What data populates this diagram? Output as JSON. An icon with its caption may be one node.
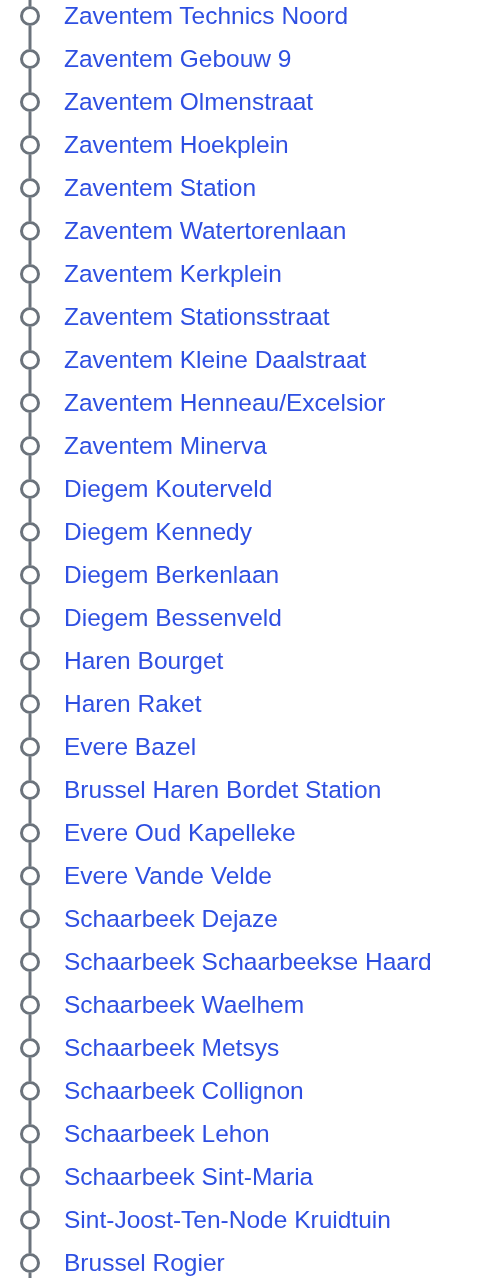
{
  "diagram": {
    "nodes": [
      {
        "text": [],
        "shape": "circle",
        "beside": [
          "Zaventem Technics Noord"
        ]
      },
      {
        "text": [],
        "shape": "circle",
        "beside": [
          "Zaventem Gebouw 9"
        ]
      },
      {
        "text": [],
        "shape": "circle",
        "beside": [
          "Zaventem Olmenstraat"
        ]
      },
      {
        "text": [],
        "shape": "circle",
        "beside": [
          "Zaventem Hoekplein"
        ]
      },
      {
        "text": [],
        "shape": "circle",
        "beside": [
          "Zaventem Station"
        ]
      },
      {
        "text": [],
        "shape": "circle",
        "beside": [
          "Zaventem Watertorenlaan"
        ]
      },
      {
        "text": [],
        "shape": "circle",
        "beside": [
          "Zaventem Kerkplein"
        ]
      },
      {
        "text": [],
        "shape": "circle",
        "beside": [
          "Zaventem Stationsstraat"
        ]
      },
      {
        "text": [],
        "shape": "circle",
        "beside": [
          "Zaventem Kleine Daalstraat"
        ]
      },
      {
        "text": [],
        "shape": "circle",
        "beside": [
          "Zaventem Henneau/Excelsior"
        ]
      },
      {
        "text": [],
        "shape": "circle",
        "beside": [
          "Zaventem Minerva"
        ]
      },
      {
        "text": [],
        "shape": "circle",
        "beside": [
          "Diegem Kouterveld"
        ]
      },
      {
        "text": [],
        "shape": "circle",
        "beside": [
          "Diegem Kennedy"
        ]
      },
      {
        "text": [],
        "shape": "circle",
        "beside": [
          "Diegem Berkenlaan"
        ]
      },
      {
        "text": [],
        "shape": "circle",
        "beside": [
          "Diegem Bessenveld"
        ]
      },
      {
        "text": [],
        "shape": "circle",
        "beside": [
          "Haren Bourget"
        ]
      },
      {
        "text": [],
        "shape": "circle",
        "beside": [
          "Haren Raket"
        ]
      },
      {
        "text": [],
        "shape": "circle",
        "beside": [
          "Evere Bazel"
        ]
      },
      {
        "text": [],
        "shape": "circle",
        "beside": [
          "Brussel Haren Bordet Station"
        ]
      },
      {
        "text": [],
        "shape": "circle",
        "beside": [
          "Evere Oud Kapelleke"
        ]
      },
      {
        "text": [],
        "shape": "circle",
        "beside": [
          "Evere Vande Velde"
        ]
      },
      {
        "text": [],
        "shape": "circle",
        "beside": [
          "Schaarbeek Dejaze"
        ]
      },
      {
        "text": [],
        "shape": "circle",
        "beside": [
          "Schaarbeek Schaarbeekse Haard"
        ]
      },
      {
        "text": [],
        "shape": "circle",
        "beside": [
          "Schaarbeek Waelhem"
        ]
      },
      {
        "text": [],
        "shape": "circle",
        "beside": [
          "Schaarbeek Metsys"
        ]
      },
      {
        "text": [],
        "shape": "circle",
        "beside": [
          "Schaarbeek Collignon"
        ]
      },
      {
        "text": [],
        "shape": "circle",
        "beside": [
          "Schaarbeek Lehon"
        ]
      },
      {
        "text": [],
        "shape": "circle",
        "beside": [
          "Schaarbeek Sint-Maria"
        ]
      },
      {
        "text": [],
        "shape": "circle",
        "beside": [
          "Sint-Joost-Ten-Node Kruidtuin"
        ]
      },
      {
        "text": [],
        "shape": "circle",
        "beside": [
          "Brussel Rogier"
        ]
      }
    ],
    "edges": [
      {
        "from": null,
        "to": 0,
        "arrow": "none"
      },
      {
        "from": 0,
        "to": 1,
        "arrow": "none"
      },
      {
        "from": 1,
        "to": 2,
        "arrow": "none"
      },
      {
        "from": 2,
        "to": 3,
        "arrow": "none"
      },
      {
        "from": 3,
        "to": 4,
        "arrow": "none"
      },
      {
        "from": 4,
        "to": 5,
        "arrow": "none"
      },
      {
        "from": 5,
        "to": 6,
        "arrow": "none"
      },
      {
        "from": 6,
        "to": 7,
        "arrow": "none"
      },
      {
        "from": 7,
        "to": 8,
        "arrow": "none"
      },
      {
        "from": 8,
        "to": 9,
        "arrow": "none"
      },
      {
        "from": 9,
        "to": 10,
        "arrow": "none"
      },
      {
        "from": 10,
        "to": 11,
        "arrow": "none"
      },
      {
        "from": 11,
        "to": 12,
        "arrow": "none"
      },
      {
        "from": 12,
        "to": 13,
        "arrow": "none"
      },
      {
        "from": 13,
        "to": 14,
        "arrow": "none"
      },
      {
        "from": 14,
        "to": 15,
        "arrow": "none"
      },
      {
        "from": 15,
        "to": 16,
        "arrow": "none"
      },
      {
        "from": 16,
        "to": 17,
        "arrow": "none"
      },
      {
        "from": 17,
        "to": 18,
        "arrow": "none"
      },
      {
        "from": 18,
        "to": 19,
        "arrow": "none"
      },
      {
        "from": 19,
        "to": 20,
        "arrow": "none"
      },
      {
        "from": 20,
        "to": 21,
        "arrow": "none"
      },
      {
        "from": 21,
        "to": 22,
        "arrow": "none"
      },
      {
        "from": 22,
        "to": 23,
        "arrow": "none"
      },
      {
        "from": 23,
        "to": 24,
        "arrow": "none"
      },
      {
        "from": 24,
        "to": 25,
        "arrow": "none"
      },
      {
        "from": 25,
        "to": 26,
        "arrow": "none"
      },
      {
        "from": 26,
        "to": 27,
        "arrow": "none"
      },
      {
        "from": 27,
        "to": 28,
        "arrow": "none"
      },
      {
        "from": 28,
        "to": 29,
        "arrow": "none"
      },
      {
        "from": 29,
        "to": null,
        "arrow": "none"
      }
    ]
  }
}
